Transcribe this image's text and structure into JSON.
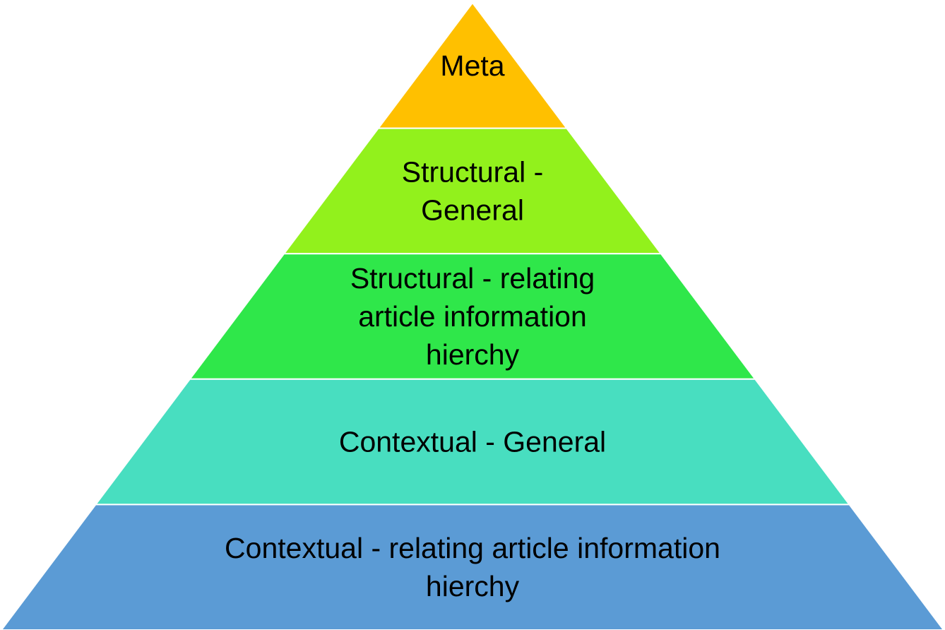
{
  "tiers": [
    {
      "id": "meta",
      "lines": [
        "Meta"
      ],
      "color": "#FFC000"
    },
    {
      "id": "structural-general",
      "lines": [
        "Structural -",
        "General"
      ],
      "color": "#92F11C"
    },
    {
      "id": "structural-relating",
      "lines": [
        "Structural - relating",
        "article information",
        "hierchy"
      ],
      "color": "#2FE74A"
    },
    {
      "id": "contextual-general",
      "lines": [
        "Contextual - General"
      ],
      "color": "#48DEC0"
    },
    {
      "id": "contextual-relating",
      "lines": [
        "Contextual - relating article information",
        "hierchy"
      ],
      "color": "#5B9BD5"
    }
  ]
}
